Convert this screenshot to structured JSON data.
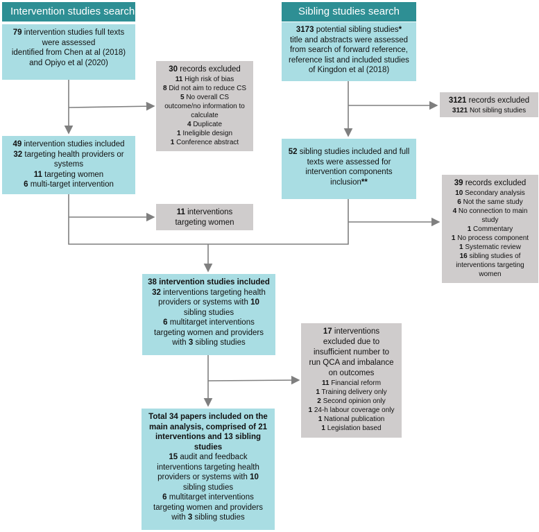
{
  "headers": {
    "intervention": "Intervention studies search",
    "sibling": "Sibling studies search"
  },
  "intervention_search": {
    "count": "79",
    "text_1": "intervention studies full texts",
    "text_2": "were assessed",
    "text_3": "identified from Chen at al (2018)",
    "text_4": "and Opiyo et al (2020)"
  },
  "sibling_search": {
    "count": "3173",
    "text_1": "potential sibling studies",
    "asterisk": "*",
    "text_2": "title and abstracts were assessed",
    "text_3": "from search of forward reference,",
    "text_4": "reference list and included studies",
    "text_5": "of Kingdon et al (2018)"
  },
  "excluded_30": {
    "count": "30",
    "title": "records excluded",
    "items": [
      {
        "n": "11",
        "label": "High risk of bias"
      },
      {
        "n": "8",
        "label": "Did not aim to reduce CS"
      },
      {
        "n": "5",
        "label": "No overall CS"
      },
      {
        "n": "",
        "label": "outcome/no information to"
      },
      {
        "n": "",
        "label": "calculate"
      },
      {
        "n": "4",
        "label": "Duplicate"
      },
      {
        "n": "1",
        "label": "Ineligible design"
      },
      {
        "n": "1",
        "label": "Conference abstract"
      }
    ]
  },
  "excluded_3121": {
    "count": "3121",
    "title": "records excluded",
    "item_n": "3121",
    "item_label": "Not sibling studies"
  },
  "included_49": {
    "count": "49",
    "text_1": "intervention studies included",
    "count_2": "32",
    "text_2": "targeting health providers or",
    "text_3": "systems",
    "count_3": "11",
    "text_4": "targeting women",
    "count_4": "6",
    "text_5": "multi-target intervention"
  },
  "included_52": {
    "count": "52",
    "text_1": "sibling studies included and full",
    "text_2": "texts were assessed for",
    "text_3": "intervention components",
    "text_4": "inclusion",
    "asterisks": "**"
  },
  "women_11": {
    "count": "11",
    "text_1": "interventions",
    "text_2": "targeting women"
  },
  "excluded_39": {
    "count": "39",
    "title": "records excluded",
    "items": [
      {
        "n": "10",
        "label": "Secondary analysis"
      },
      {
        "n": "6",
        "label": "Not the same study"
      },
      {
        "n": "4",
        "label": "No connection to main"
      },
      {
        "n": "",
        "label": "study"
      },
      {
        "n": "1",
        "label": "Commentary"
      },
      {
        "n": "1",
        "label": "No process component"
      },
      {
        "n": "1",
        "label": "Systematic review"
      },
      {
        "n": "16",
        "label": "sibling studies of"
      },
      {
        "n": "",
        "label": "interventions targeting"
      },
      {
        "n": "",
        "label": "women"
      }
    ]
  },
  "included_38": {
    "title": "38 intervention studies included",
    "count_2": "32",
    "text_2": "interventions targeting health",
    "text_3": "providers or systems with",
    "count_3": "10",
    "text_4": "sibling studies",
    "count_4": "6",
    "text_5": "multitarget interventions",
    "text_6": "targeting women and providers",
    "text_7a": "with",
    "count_7": "3",
    "text_7b": "sibling studies"
  },
  "excluded_17": {
    "count": "17",
    "text_1": "interventions",
    "text_2": "excluded due to",
    "text_3": "insufficient number to",
    "text_4": "run QCA and imbalance",
    "text_5": "on outcomes",
    "items": [
      {
        "n": "11",
        "label": "Financial reform"
      },
      {
        "n": "1",
        "label": "Training delivery only"
      },
      {
        "n": "2",
        "label": "Second opinion only"
      },
      {
        "n": "1",
        "label": "24-h labour coverage only"
      },
      {
        "n": "1",
        "label": "National publication"
      },
      {
        "n": "1",
        "label": "Legislation based"
      }
    ]
  },
  "total_34": {
    "line_1": "Total 34 papers included on the",
    "line_2": "main analysis, comprised of 21",
    "line_3": "interventions and 13 sibling",
    "line_4": "studies",
    "count_5": "15",
    "text_5": "audit and feedback",
    "text_6": "interventions targeting health",
    "text_7": "providers or systems with",
    "count_7": "10",
    "text_8": "sibling studies",
    "count_9": "6",
    "text_9": "multitarget interventions",
    "text_10": "targeting women and providers",
    "text_11a": "with",
    "count_11": "3",
    "text_11b": "sibling studies"
  }
}
